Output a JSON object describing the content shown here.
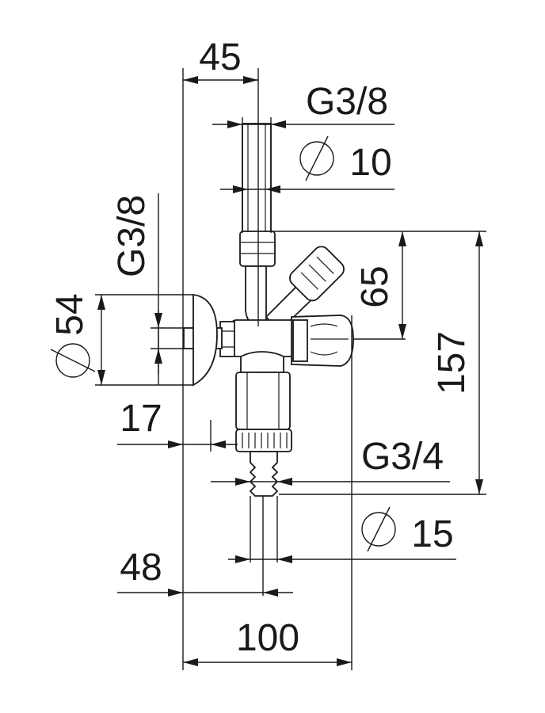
{
  "dimensions": {
    "width_45": "45",
    "thread_top": "G3/8",
    "diameter_10": "10",
    "thread_left": "G3/8",
    "diameter_54": "54",
    "height_65": "65",
    "height_157": "157",
    "offset_17": "17",
    "thread_bottom": "G3/4",
    "diameter_15": "15",
    "offset_48": "48",
    "width_100": "100"
  }
}
